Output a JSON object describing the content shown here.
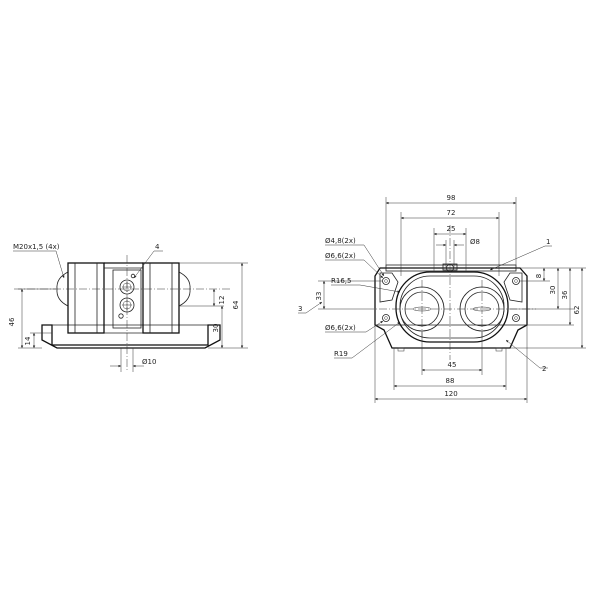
{
  "left_view": {
    "labels": {
      "thread": "M20x1,5 (4x)",
      "item4": "4",
      "dia10": "Ø10"
    },
    "dims": {
      "h46": "46",
      "h14": "14",
      "h12": "12",
      "h30": "30",
      "h64": "64"
    }
  },
  "right_view": {
    "dims": {
      "w98": "98",
      "w72": "72",
      "w25": "25",
      "w45": "45",
      "w88": "88",
      "w120": "120",
      "h8": "8",
      "h30": "30",
      "h36": "36",
      "h62": "62",
      "h33": "33"
    },
    "labels": {
      "dia48": "Ø4,8(2x)",
      "dia66_top": "Ø6,6(2x)",
      "dia8": "Ø8",
      "r165": "R16,5",
      "dia66_bot": "Ø6,6(2x)",
      "r19": "R19",
      "item1": "1",
      "item2": "2",
      "item3": "3"
    }
  }
}
